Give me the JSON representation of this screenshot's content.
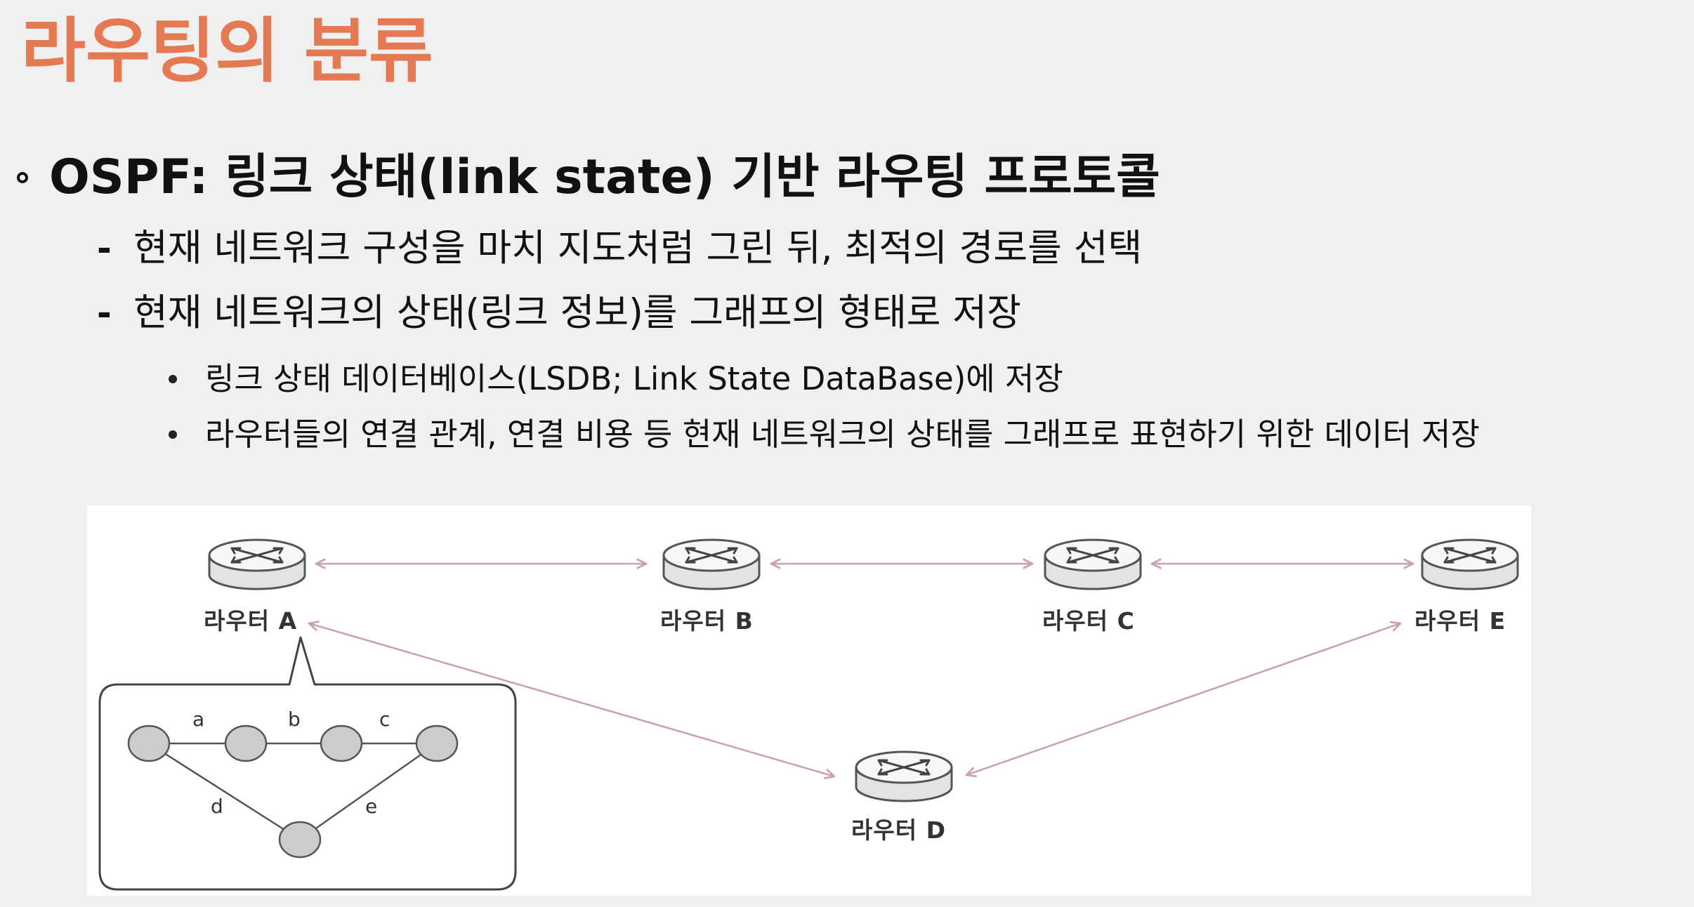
{
  "title": "라우팅의 분류",
  "bullet_level1": "OSPF: 링크 상태(link state) 기반 라우팅 프로토콜",
  "bullets_level2": [
    "현재 네트워크 구성을 마치 지도처럼 그린 뒤, 최적의 경로를 선택",
    "현재 네트워크의 상태(링크 정보)를 그래프의 형태로 저장"
  ],
  "bullets_level3": [
    "링크 상태 데이터베이스(LSDB; Link State DataBase)에 저장",
    "라우터들의 연결 관계, 연결 비용 등 현재 네트워크의 상태를 그래프로 표현하기 위한 데이터 저장"
  ],
  "bullet_dash": "-",
  "diagram": {
    "routers": [
      "라우터 A",
      "라우터 B",
      "라우터 C",
      "라우터 D",
      "라우터 E"
    ],
    "graph_edge_labels": [
      "a",
      "b",
      "c",
      "d",
      "e"
    ]
  },
  "colors": {
    "title": "#e57a52",
    "arrow": "#c9a0ad",
    "background": "#f0f0f0"
  }
}
